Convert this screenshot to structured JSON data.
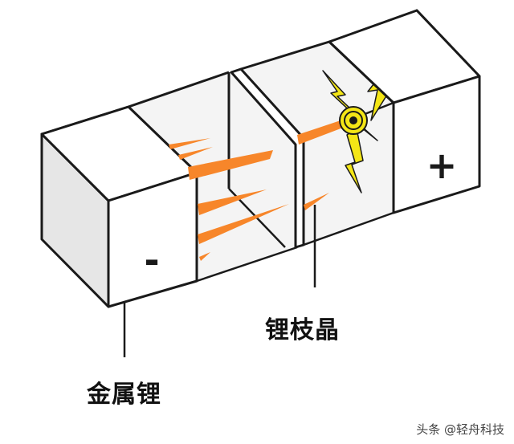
{
  "labels": {
    "metal_lithium": "金属锂",
    "lithium_dendrite": "锂枝晶"
  },
  "symbols": {
    "negative": "-",
    "positive": "+"
  },
  "watermark": "头条 @轻舟科技",
  "colors": {
    "dendrite_fill": "#F7862A",
    "spark_fill": "#F4E616",
    "outline": "#1a1a1a",
    "front_face": "#FFFFFF",
    "left_end_face": "#E6E6E6",
    "top_face": "#FFFFFF",
    "inner_face": "#F4F4F4"
  }
}
